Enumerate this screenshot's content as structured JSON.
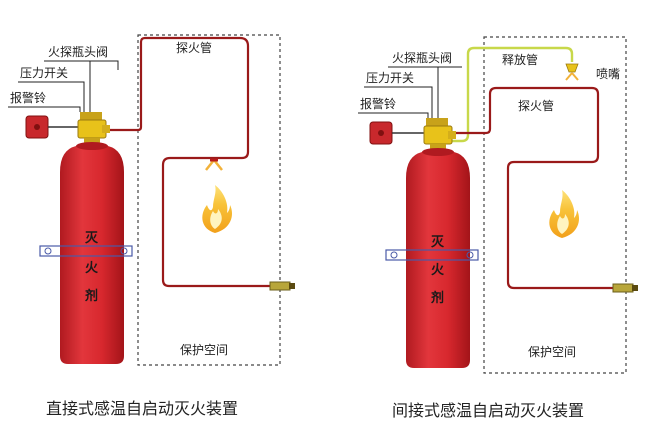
{
  "left": {
    "valve_label": "火探瓶头阀",
    "pressure_switch_label": "压力开关",
    "alarm_label": "报警铃",
    "tube_label": "探火管",
    "space_label": "保护空间",
    "cylinder_chars": [
      "灭",
      "火",
      "剂"
    ],
    "caption": "直接式感温自启动灭火装置"
  },
  "right": {
    "valve_label": "火探瓶头阀",
    "release_tube_label": "释放管",
    "nozzle_label": "喷嘴",
    "pressure_switch_label": "压力开关",
    "alarm_label": "报警铃",
    "tube_label": "探火管",
    "space_label": "保护空间",
    "cylinder_chars": [
      "灭",
      "火",
      "剂"
    ],
    "caption": "间接式感温自启动灭火装置"
  },
  "colors": {
    "cylinder_red": "#d8282e",
    "tube_red": "#9a1a1a",
    "release_tube_green": "#c8d84a",
    "valve_yellow": "#e8c21a",
    "bracket_blue": "#4a5aa8"
  }
}
